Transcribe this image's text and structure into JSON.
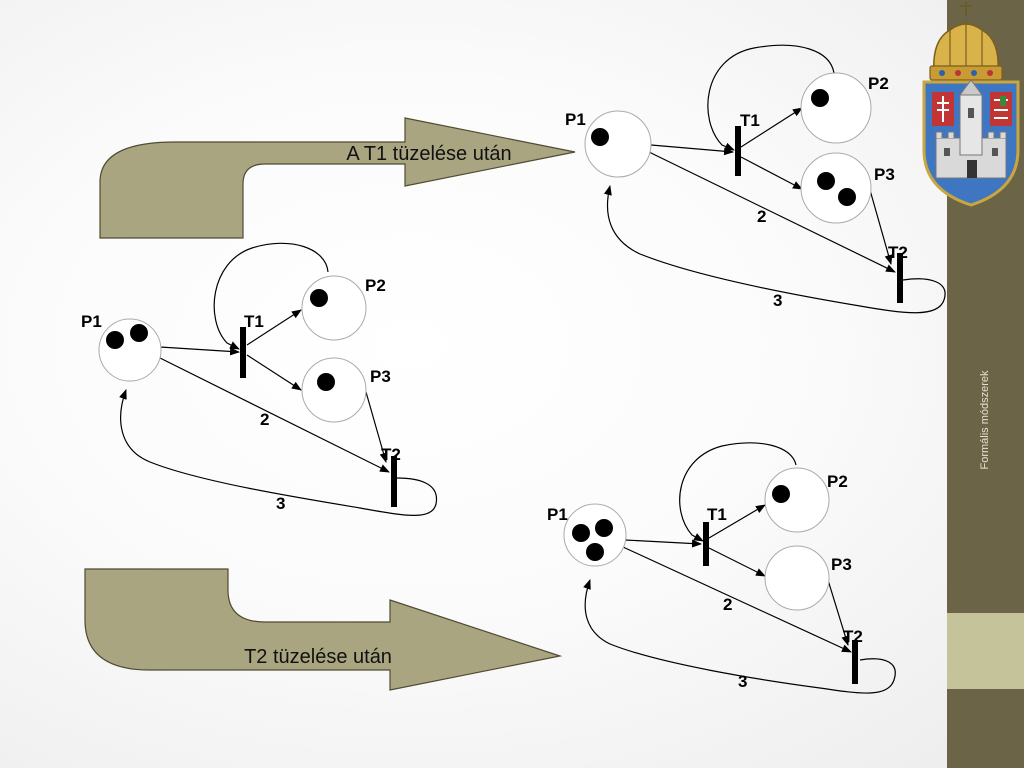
{
  "arrows": {
    "top_text": "A T1 tüzelése után",
    "bottom_text": "T2 tüzelése után"
  },
  "nets": [
    {
      "id": "initial",
      "tokens": {
        "P1": 2,
        "P2": 1,
        "P3": 1
      }
    },
    {
      "id": "after_t1",
      "tokens": {
        "P1": 1,
        "P2": 1,
        "P3": 2
      }
    },
    {
      "id": "after_t2",
      "tokens": {
        "P1": 3,
        "P2": 1,
        "P3": 0
      }
    }
  ],
  "labels": {
    "p1": "P1",
    "p2": "P2",
    "p3": "P3",
    "t1": "T1",
    "t2": "T2",
    "w2": "2",
    "w3": "3"
  },
  "sidebar": {
    "title": "Formális módszerek"
  },
  "colors": {
    "arrow_fill": "#a9a580",
    "arrow_stroke": "#4f4b33",
    "sidebar": "#6b6447",
    "sidebar_band": "#c5c39a"
  },
  "icons": {
    "crest": "coat-of-arms-icon"
  }
}
